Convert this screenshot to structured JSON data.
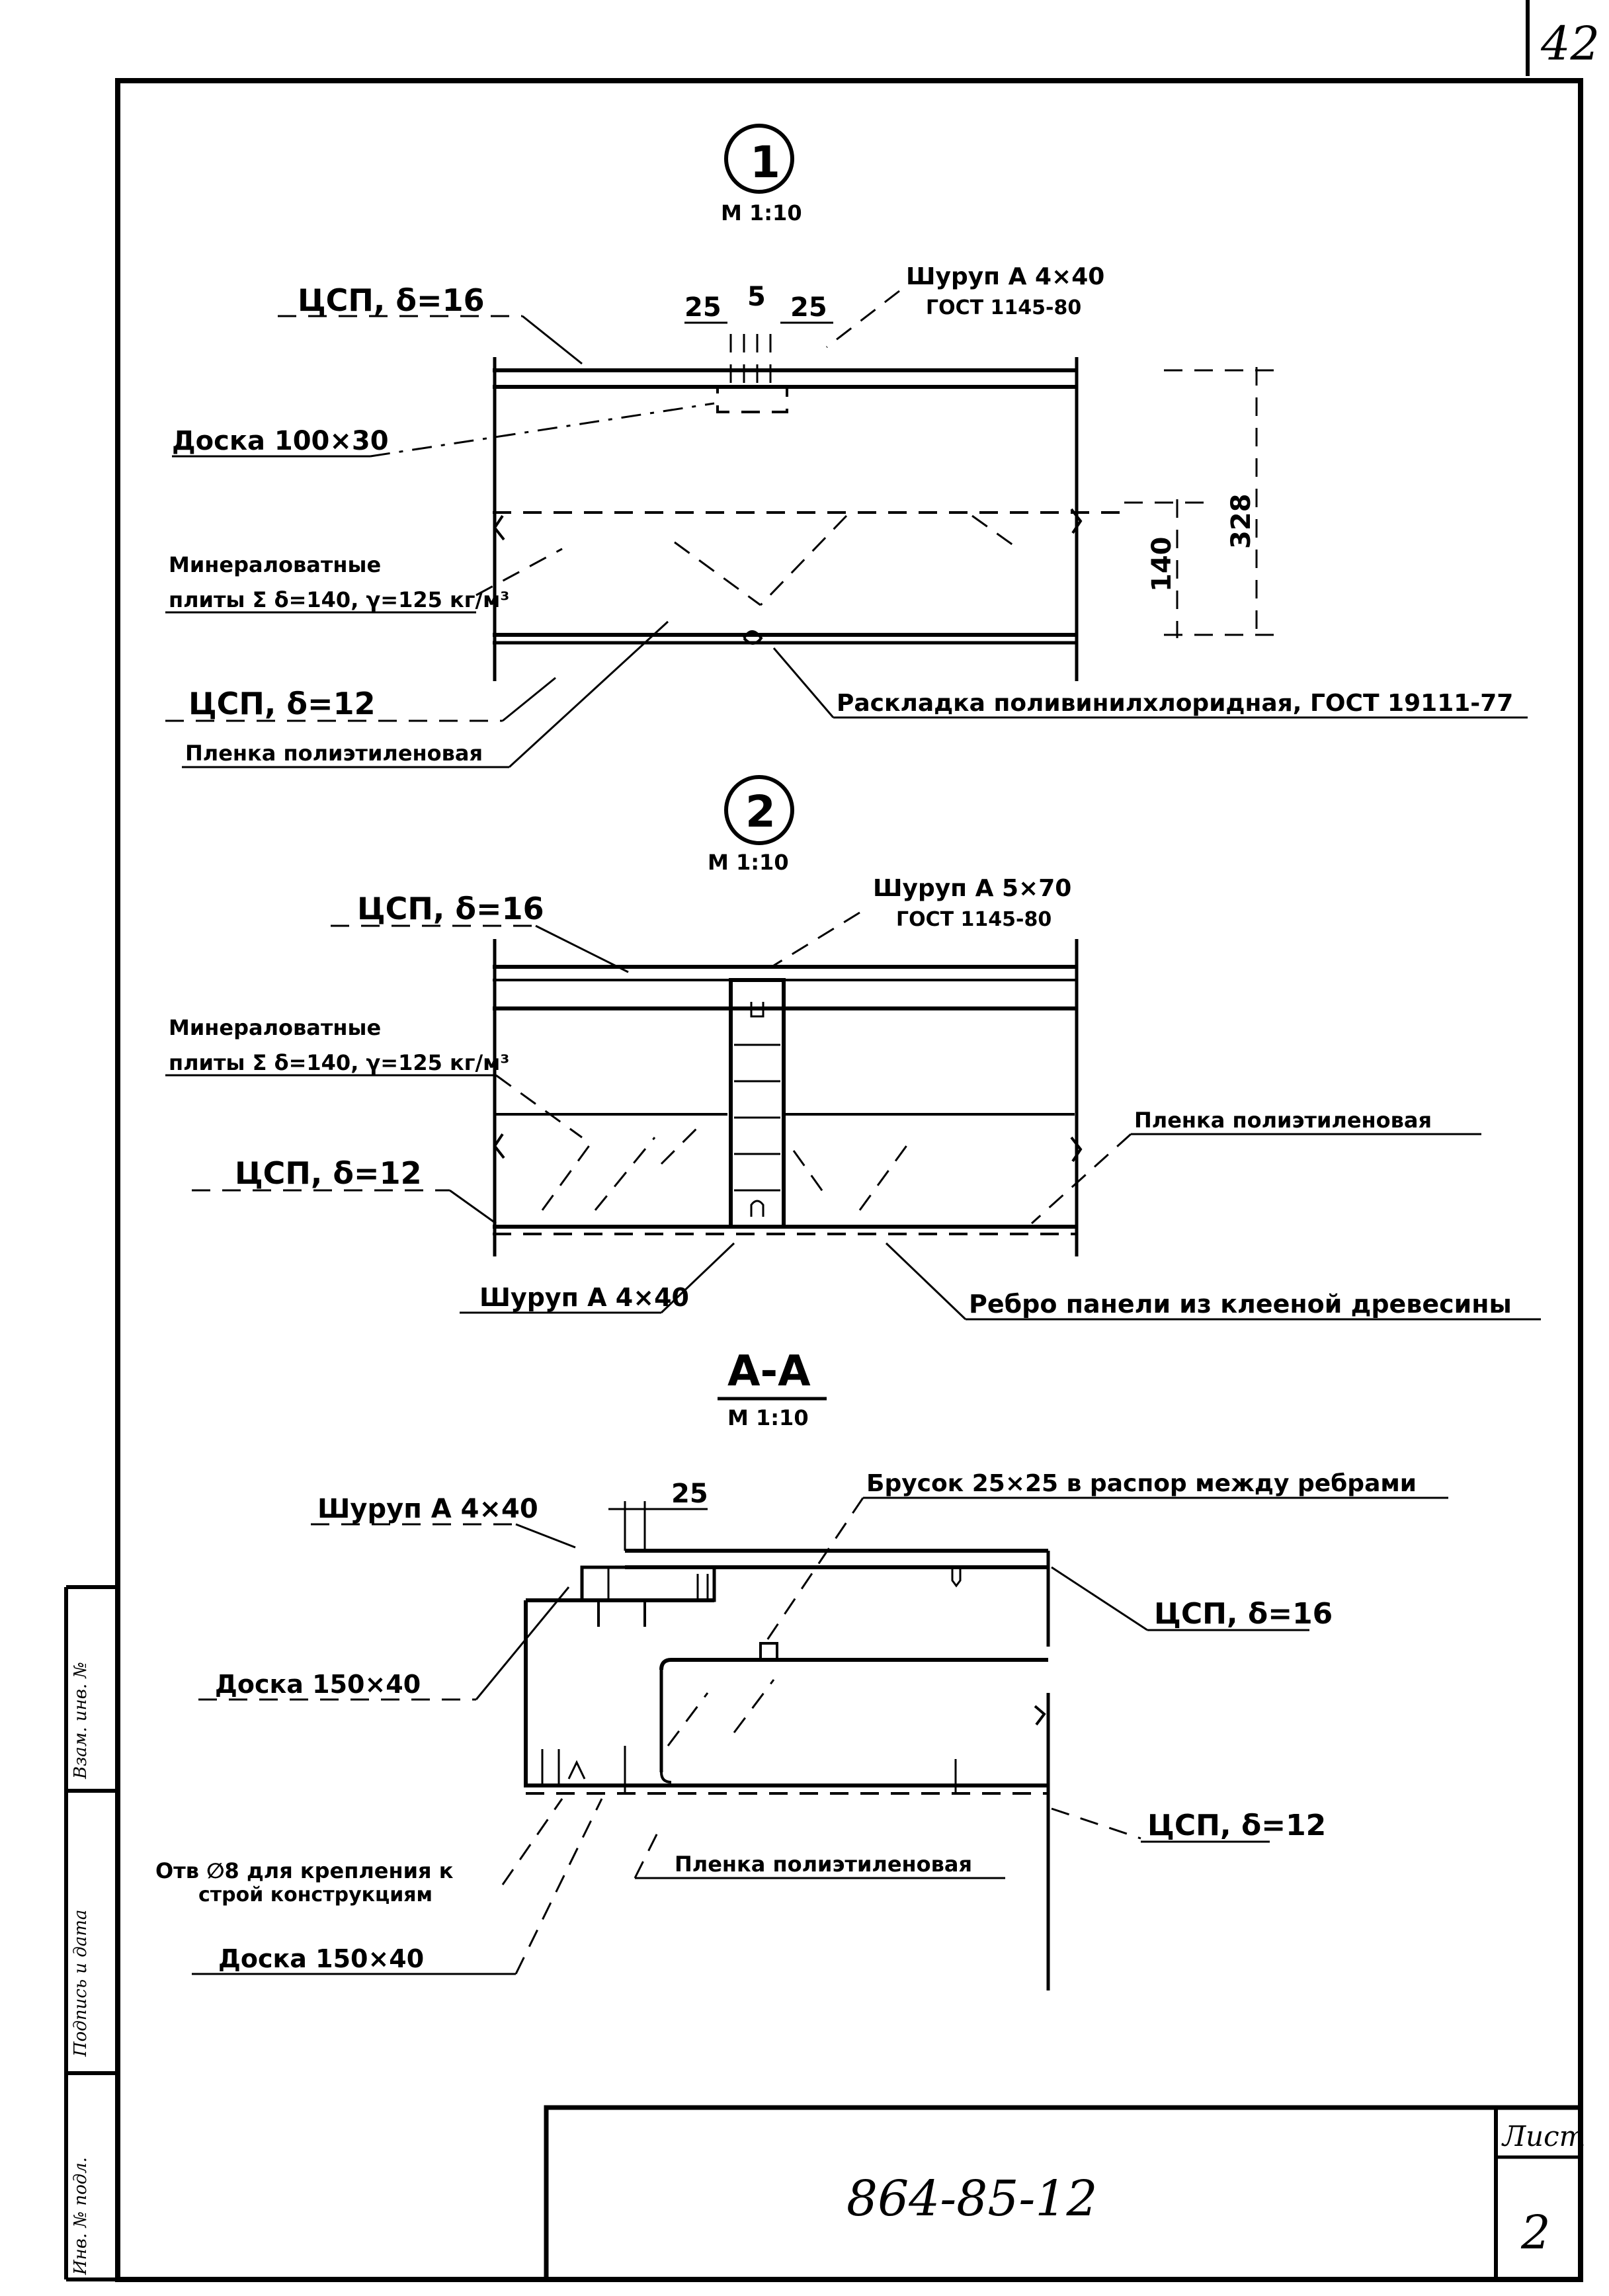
{
  "page": {
    "sheet_number_corner": "42",
    "code": "864-85-12",
    "sheet_label": "Лист",
    "sheet_no": "2"
  },
  "stamp": {
    "inv_no": "Инв. № подл.",
    "sign_date": "Подпись и дата",
    "replace_inv": "Взам. инв. №"
  },
  "detail1": {
    "marker": "1",
    "scale": "М 1:10",
    "csp16": "ЦСП, δ=16",
    "dim_25a": "25",
    "dim_5": "5",
    "dim_25b": "25",
    "screw_1": "Шуруп А 4×40",
    "screw_2": "ГОСТ 1145-80",
    "board": "Доска 100×30",
    "mineral_1": "Минераловатные",
    "mineral_2": "плиты Σ δ=140, γ=125 кг/м³",
    "dim_140": "140",
    "dim_328": "328",
    "csp12": "ЦСП, δ=12",
    "gasket": "Раскладка поливинилхлоридная, ГОСТ 19111-77",
    "film": "Пленка полиэтиленовая"
  },
  "detail2": {
    "marker": "2",
    "scale": "М 1:10",
    "csp16": "ЦСП, δ=16",
    "screw_1": "Шуруп А 5×70",
    "screw_2": "ГОСТ 1145-80",
    "mineral_1": "Минераловатные",
    "mineral_2": "плиты Σ δ=140, γ=125 кг/м³",
    "film": "Пленка полиэтиленовая",
    "csp12": "ЦСП, δ=12",
    "screw_bottom": "Шуруп А 4×40",
    "rib": "Ребро панели из клееной древесины"
  },
  "sectionAA": {
    "title": "А-А",
    "scale": "М 1:10",
    "screw": "Шуруп А 4×40",
    "dim_25": "25",
    "bar": "Брусок 25×25 в распор между ребрами",
    "csp16": "ЦСП, δ=16",
    "board_top": "Доска 150×40",
    "csp12": "ЦСП, δ=12",
    "hole_1": "Отв ∅8 для крепления к",
    "hole_2": "строй конструкциям",
    "film": "Пленка полиэтиленовая",
    "board_bottom": "Доска 150×40"
  }
}
